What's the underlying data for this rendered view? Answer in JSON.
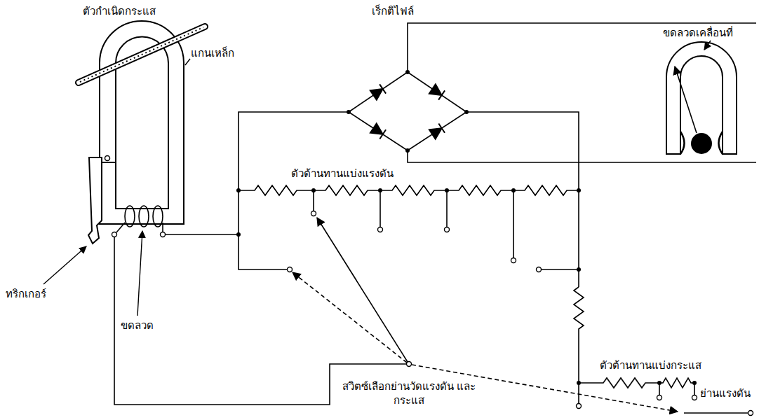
{
  "diagram": {
    "labels": [
      "เร็กติไฟล์",
      "ตัวกำเนิดกระแส",
      "ขดลวดเคลื่อนที่",
      "แกนเหล็ก",
      "ตัวต้านทานแบ่งแรงดัน",
      "ทริกเกอร์",
      "ขดลวด",
      "ตัวต้านทานแบ่งกระแส",
      "สวิตซ์เลือกย่านวัดแรงดัน และกระแส",
      "ย่านแรงดัน"
    ]
  }
}
